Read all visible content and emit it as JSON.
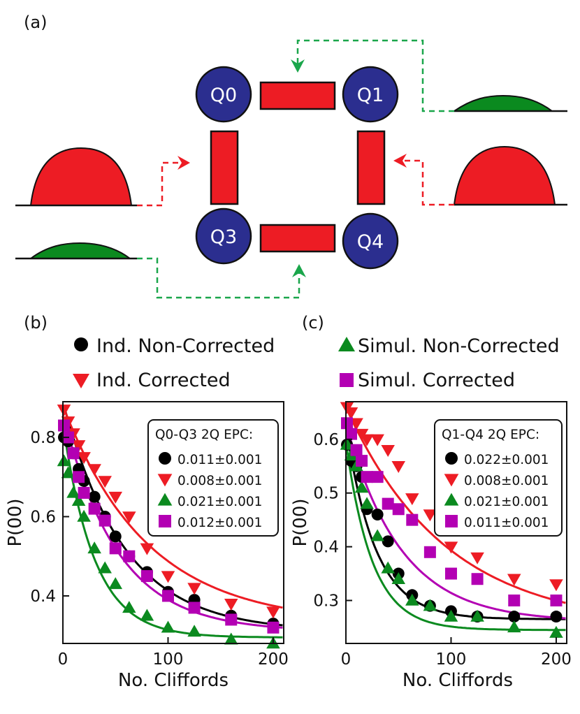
{
  "panel_labels": {
    "a": "(a)",
    "b": "(b)",
    "c": "(c)"
  },
  "qubits": [
    "Q0",
    "Q1",
    "Q3",
    "Q4"
  ],
  "colors": {
    "qubit": "#2b2e8f",
    "coupler": "#ed1c24",
    "red": "#ed1c24",
    "green": "#0b8a1f",
    "green_arrow": "#1aa64b",
    "magenta": "#b300b3",
    "black": "#000000"
  },
  "legend_top": {
    "b": [
      {
        "marker": "circle",
        "label": "Ind. Non-Corrected"
      },
      {
        "marker": "triangle-down",
        "label": "Ind. Corrected"
      }
    ],
    "c": [
      {
        "marker": "triangle-up",
        "label": "Simul. Non-Corrected"
      },
      {
        "marker": "square",
        "label": "Simul. Corrected"
      }
    ]
  },
  "chart_data": [
    {
      "type": "scatter",
      "panel": "b",
      "xlabel": "No. Cliffords",
      "ylabel": "P(00)",
      "xlim": [
        0,
        210
      ],
      "ylim": [
        0.28,
        0.89
      ],
      "xticks": [
        0,
        100,
        200
      ],
      "yticks": [
        0.4,
        0.6,
        0.8
      ],
      "legend_title": "Q0-Q3 2Q EPC:",
      "legend_position": "top-right",
      "series": [
        {
          "marker": "circle",
          "color": "#000000",
          "label": "0.011±0.001",
          "x": [
            1,
            5,
            10,
            15,
            20,
            30,
            40,
            50,
            63,
            80,
            100,
            125,
            160,
            200
          ],
          "y": [
            0.8,
            0.79,
            0.76,
            0.72,
            0.69,
            0.65,
            0.6,
            0.55,
            0.5,
            0.46,
            0.41,
            0.39,
            0.35,
            0.33
          ],
          "fit": {
            "a": 0.58,
            "tau": 58,
            "c": 0.31
          }
        },
        {
          "marker": "triangle-down",
          "color": "#ed1c24",
          "label": "0.008±0.001",
          "x": [
            1,
            5,
            10,
            15,
            20,
            30,
            40,
            50,
            63,
            80,
            100,
            125,
            160,
            200
          ],
          "y": [
            0.87,
            0.84,
            0.81,
            0.78,
            0.75,
            0.72,
            0.69,
            0.65,
            0.6,
            0.52,
            0.45,
            0.42,
            0.38,
            0.36
          ],
          "fit": {
            "a": 0.55,
            "tau": 80,
            "c": 0.33
          }
        },
        {
          "marker": "triangle-up",
          "color": "#0b8a1f",
          "label": "0.021±0.001",
          "x": [
            1,
            5,
            10,
            15,
            20,
            30,
            40,
            50,
            63,
            80,
            100,
            125,
            160,
            200
          ],
          "y": [
            0.74,
            0.71,
            0.66,
            0.64,
            0.6,
            0.52,
            0.47,
            0.43,
            0.37,
            0.35,
            0.32,
            0.31,
            0.29,
            0.28
          ],
          "fit": {
            "a": 0.54,
            "tau": 30,
            "c": 0.295
          }
        },
        {
          "marker": "square",
          "color": "#b300b3",
          "label": "0.012±0.001",
          "x": [
            1,
            5,
            10,
            15,
            20,
            30,
            40,
            50,
            63,
            80,
            100,
            125,
            160,
            200
          ],
          "y": [
            0.83,
            0.8,
            0.76,
            0.7,
            0.66,
            0.62,
            0.59,
            0.52,
            0.5,
            0.45,
            0.4,
            0.37,
            0.34,
            0.32
          ],
          "fit": {
            "a": 0.55,
            "tau": 52,
            "c": 0.31
          }
        }
      ]
    },
    {
      "type": "scatter",
      "panel": "c",
      "xlabel": "No. Cliffords",
      "ylabel": "P(00)",
      "xlim": [
        0,
        210
      ],
      "ylim": [
        0.22,
        0.67
      ],
      "xticks": [
        0,
        100,
        200
      ],
      "yticks": [
        0.3,
        0.4,
        0.5,
        0.6
      ],
      "legend_title": "Q1-Q4 2Q EPC:",
      "legend_position": "top-right",
      "series": [
        {
          "marker": "circle",
          "color": "#000000",
          "label": "0.022±0.001",
          "x": [
            1,
            5,
            10,
            15,
            20,
            30,
            40,
            50,
            63,
            80,
            100,
            125,
            160,
            200
          ],
          "y": [
            0.59,
            0.56,
            0.55,
            0.53,
            0.47,
            0.46,
            0.41,
            0.35,
            0.31,
            0.29,
            0.28,
            0.27,
            0.27,
            0.27
          ],
          "fit": {
            "a": 0.36,
            "tau": 28,
            "c": 0.265
          }
        },
        {
          "marker": "triangle-down",
          "color": "#ed1c24",
          "label": "0.008±0.001",
          "x": [
            1,
            5,
            10,
            15,
            20,
            30,
            40,
            50,
            63,
            80,
            100,
            125,
            160,
            200
          ],
          "y": [
            0.66,
            0.65,
            0.63,
            0.61,
            0.6,
            0.6,
            0.58,
            0.55,
            0.49,
            0.46,
            0.4,
            0.38,
            0.34,
            0.33
          ],
          "fit": {
            "a": 0.41,
            "tau": 95,
            "c": 0.25
          }
        },
        {
          "marker": "triangle-up",
          "color": "#0b8a1f",
          "label": "0.021±0.001",
          "x": [
            1,
            5,
            10,
            15,
            20,
            30,
            40,
            50,
            63,
            80,
            100,
            125,
            160,
            200
          ],
          "y": [
            0.59,
            0.57,
            0.55,
            0.51,
            0.48,
            0.42,
            0.36,
            0.34,
            0.3,
            0.29,
            0.27,
            0.27,
            0.25,
            0.24
          ],
          "fit": {
            "a": 0.35,
            "tau": 25,
            "c": 0.245
          }
        },
        {
          "marker": "square",
          "color": "#b300b3",
          "label": "0.011±0.001",
          "x": [
            1,
            5,
            10,
            15,
            20,
            30,
            40,
            50,
            63,
            80,
            100,
            125,
            160,
            200
          ],
          "y": [
            0.63,
            0.61,
            0.58,
            0.56,
            0.53,
            0.53,
            0.48,
            0.47,
            0.45,
            0.39,
            0.35,
            0.34,
            0.3,
            0.3
          ],
          "fit": {
            "a": 0.37,
            "tau": 52,
            "c": 0.26
          }
        }
      ]
    }
  ]
}
